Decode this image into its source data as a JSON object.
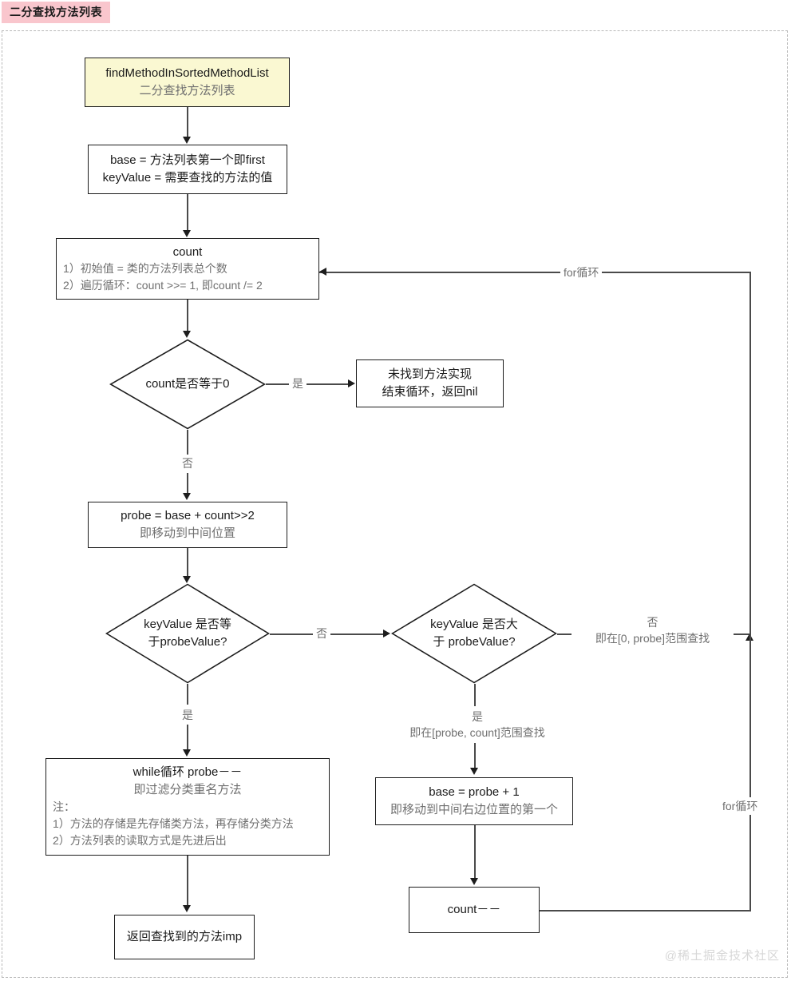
{
  "title_badge": "二分查找方法列表",
  "watermark": "@稀土掘金技术社区",
  "colors": {
    "badge_bg": "#f9c6cd",
    "start_node_bg": "#faf8d2",
    "node_border": "#1d1d1d",
    "line": "#4a4a4a",
    "muted_text": "#6f6f6f",
    "watermark": "#d7d7d7"
  },
  "nodes": {
    "start": {
      "line1": "findMethodInSortedMethodList",
      "line2": "二分查找方法列表"
    },
    "init_vars": {
      "line1": "base = 方法列表第一个即first",
      "line2": "keyValue = 需要查找的方法的值"
    },
    "count_block": {
      "title": "count",
      "note1": "1）初始值 = 类的方法列表总个数",
      "note2": "2）遍历循环：count >>= 1, 即count /= 2"
    },
    "count_zero_decision": {
      "label": "count是否等于0"
    },
    "not_found": {
      "line1": "未找到方法实现",
      "line2": "结束循环，返回nil"
    },
    "probe_calc": {
      "line1": "probe = base + count>>2",
      "line2": "即移动到中间位置"
    },
    "key_equal_decision": {
      "line1": "keyValue 是否等",
      "line2": "于probeValue?"
    },
    "key_greater_decision": {
      "line1": "keyValue 是否大",
      "line2": "于 probeValue?"
    },
    "while_filter": {
      "line1": "while循环 probe－－",
      "line2": "即过滤分类重名方法",
      "note_head": "注：",
      "note1": "1）方法的存储是先存储类方法，再存储分类方法",
      "note2": "2）方法列表的读取方式是先进后出"
    },
    "base_update": {
      "line1": "base = probe + 1",
      "line2": "即移动到中间右边位置的第一个"
    },
    "count_dec": {
      "line1": "count－－"
    },
    "return_imp": {
      "line1": "返回查找到的方法imp"
    }
  },
  "edges": {
    "count_zero_yes": "是",
    "count_zero_no": "否",
    "key_equal_no": "否",
    "key_equal_yes": "是",
    "key_greater_no_main": "否",
    "key_greater_no_sub": "即在[0, probe]范围查找",
    "key_greater_yes_main": "是",
    "key_greater_yes_sub": "即在[probe, count]范围查找",
    "for_loop_top": "for循环",
    "for_loop_bottom": "for循环"
  }
}
